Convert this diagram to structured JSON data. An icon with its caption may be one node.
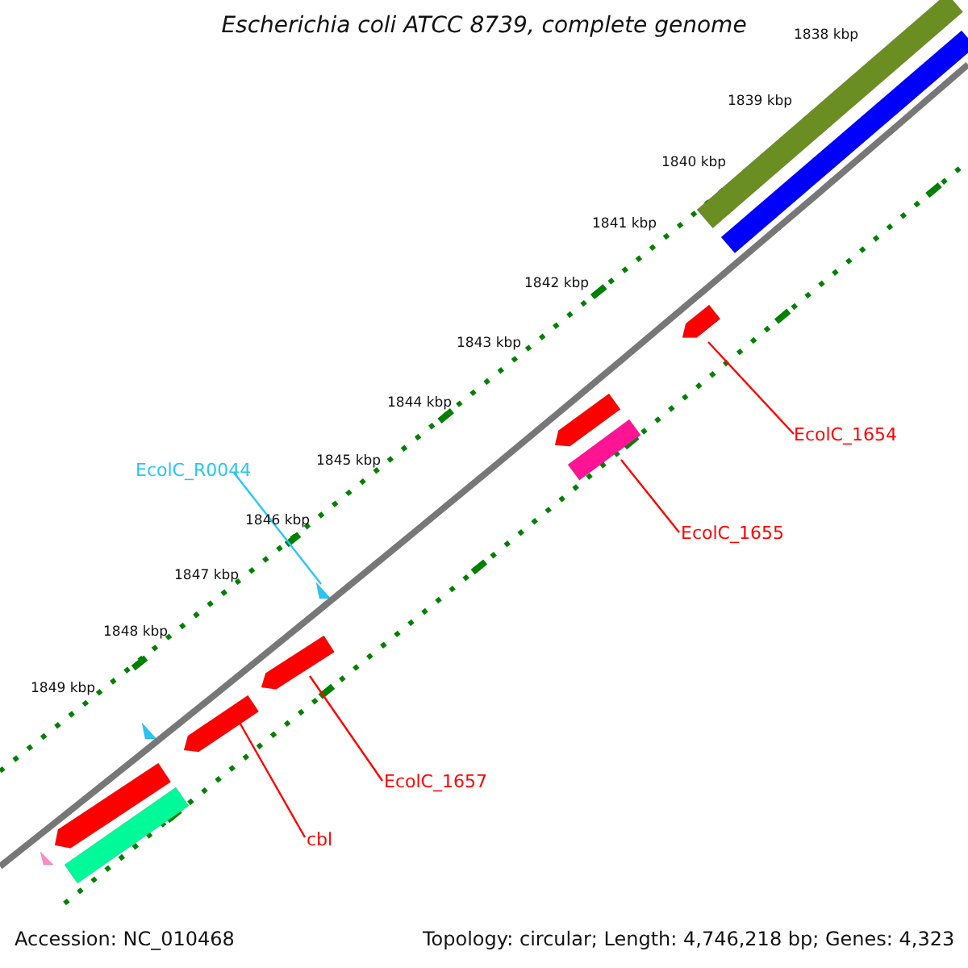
{
  "diagram": {
    "title": "Escherichia coli ATCC 8739, complete genome",
    "nodes": [
      {
        "text": [],
        "shape": "bar"
      },
      {
        "text": [],
        "shape": "bar"
      },
      {
        "text": [],
        "shape": "arrow"
      },
      {
        "text": [],
        "shape": "arrow"
      },
      {
        "text": [],
        "shape": "bar"
      },
      {
        "text": [],
        "shape": "triangle"
      },
      {
        "text": [],
        "shape": "arrow"
      },
      {
        "text": [],
        "shape": "triangle"
      },
      {
        "text": [],
        "shape": "arrow"
      },
      {
        "text": [],
        "shape": "arrow"
      },
      {
        "text": [],
        "shape": "bar"
      },
      {
        "text": [],
        "shape": "triangle"
      },
      {
        "text": [
          "EcolC_1654"
        ]
      },
      {
        "text": [
          "EcolC_1655"
        ]
      },
      {
        "text": [
          "EcolC_R0044"
        ]
      },
      {
        "text": [
          "EcolC_1657"
        ]
      },
      {
        "text": [
          "cbl"
        ]
      }
    ],
    "edges": [
      {
        "from": 12,
        "to": 2,
        "arrow": "none",
        "color": "#ff0000"
      },
      {
        "from": 13,
        "to": 4,
        "arrow": "none",
        "color": "#ff0000"
      },
      {
        "from": 14,
        "to": 5,
        "arrow": "none",
        "color": "#29c5f6"
      },
      {
        "from": 15,
        "to": 6,
        "arrow": "none",
        "color": "#ff0000"
      },
      {
        "from": 16,
        "to": 8,
        "arrow": "none",
        "color": "#ff0000"
      }
    ],
    "labels": [
      "1838 kbp",
      "1839 kbp",
      "1840 kbp",
      "1841 kbp",
      "1842 kbp",
      "1843 kbp",
      "1844 kbp",
      "1845 kbp",
      "1846 kbp",
      "1847 kbp",
      "1848 kbp",
      "1849 kbp",
      "Accession: NC_010468",
      "Topology: circular; Length: 4,746,218 bp; Genes: 4,323"
    ]
  }
}
